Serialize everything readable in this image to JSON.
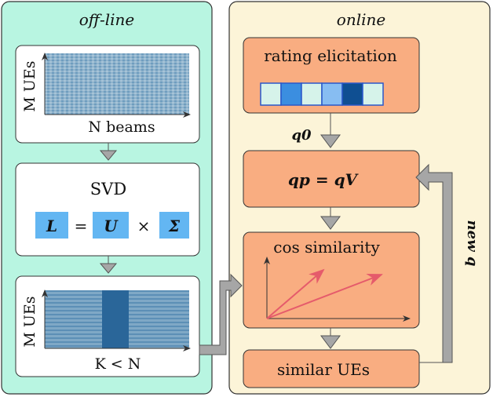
{
  "panels": {
    "offline": {
      "title": "off-line",
      "bg": "#b8f5e1"
    },
    "online": {
      "title": "online",
      "bg": "#fcf4d8"
    }
  },
  "offline": {
    "matrix1": {
      "y_label": "M UEs",
      "x_label": "N beams"
    },
    "svd": {
      "title": "SVD",
      "lhs": "L",
      "eq": "=",
      "u": "U",
      "times": "×",
      "sigma": "Σ"
    },
    "matrix2": {
      "y_label": "M UEs",
      "x_label": "K < N"
    }
  },
  "online": {
    "elicitation": {
      "title": "rating elicitation"
    },
    "q0_label": "q0",
    "projection": {
      "label": "qp = qV"
    },
    "cos": {
      "title": "cos similarity"
    },
    "similar": {
      "title": "similar UEs"
    },
    "feedback_label": "new q"
  },
  "colors": {
    "box_orange": "#f9ad81",
    "matrix_blue": "#2f6fa3",
    "accent_light": "#63b6f2",
    "arrow_gray": "#a6a6a6",
    "vector_red": "#e55b6b"
  },
  "rating_cells": [
    {
      "color": "#d6f3ea"
    },
    {
      "color": "#3b8ee0"
    },
    {
      "color": "#d6f3ea"
    },
    {
      "color": "#87bdf2"
    },
    {
      "color": "#0f4f92"
    },
    {
      "color": "#d6f3ea"
    }
  ]
}
